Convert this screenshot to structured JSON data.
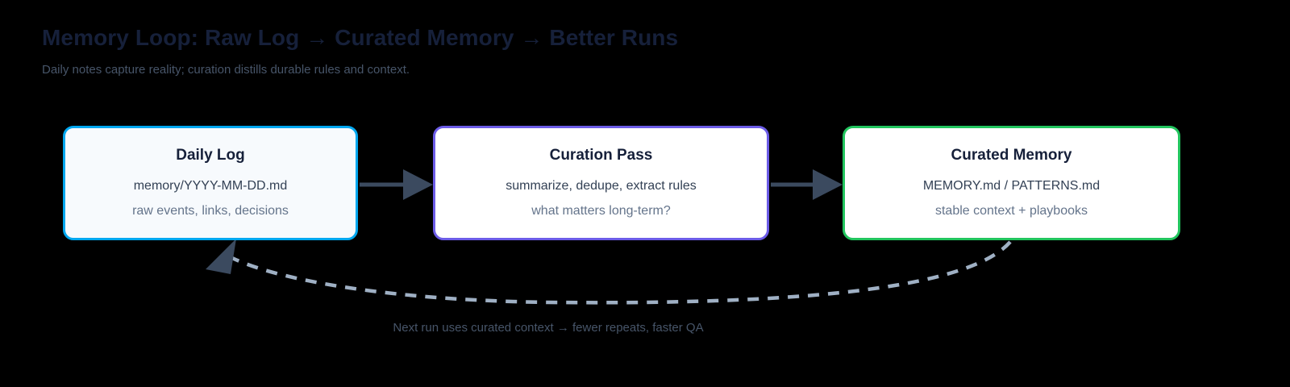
{
  "header": {
    "title": "Memory Loop: Raw Log → Curated Memory → Better Runs",
    "subtitle": "Daily notes capture reality; curation distills durable rules and context."
  },
  "nodes": [
    {
      "id": "daily-log",
      "title": "Daily Log",
      "line2": "memory/YYYY-MM-DD.md",
      "line3": "raw events, links, decisions",
      "border_color": "#00a7ef",
      "fill_color": "#f7fafd"
    },
    {
      "id": "curation-pass",
      "title": "Curation Pass",
      "line2": "summarize, dedupe, extract rules",
      "line3": "what matters long-term?",
      "border_color": "#6c5ce7",
      "fill_color": "#ffffff"
    },
    {
      "id": "curated-memory",
      "title": "Curated Memory",
      "line2": "MEMORY.md / PATTERNS.md",
      "line3": "stable context + playbooks",
      "border_color": "#22c55e",
      "fill_color": "#ffffff"
    }
  ],
  "connectors": {
    "arrow_color": "#3b4a5f",
    "feedback_color": "#9fb0c4",
    "feedback_caption": "Next run uses curated context → fewer repeats, faster QA"
  },
  "theme": {
    "background": "#000000",
    "title_color": "#16203a",
    "subtitle_color": "#475569",
    "node_title_color": "#16203a",
    "node_line2_color": "#334155",
    "node_line3_color": "#64748b"
  }
}
